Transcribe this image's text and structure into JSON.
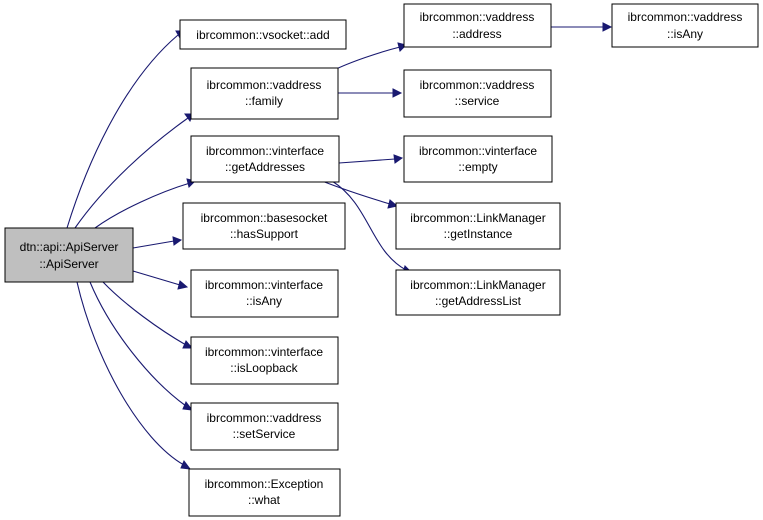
{
  "diagram": {
    "root": {
      "line1": "dtn::api::ApiServer",
      "line2": "::ApiServer"
    },
    "nodes": {
      "vsocket_add": {
        "line1": "ibrcommon::vsocket::add"
      },
      "vaddress_family": {
        "line1": "ibrcommon::vaddress",
        "line2": "::family"
      },
      "vinterface_getAddresses": {
        "line1": "ibrcommon::vinterface",
        "line2": "::getAddresses"
      },
      "basesocket_hasSupport": {
        "line1": "ibrcommon::basesocket",
        "line2": "::hasSupport"
      },
      "vinterface_isAny": {
        "line1": "ibrcommon::vinterface",
        "line2": "::isAny"
      },
      "vinterface_isLoopback": {
        "line1": "ibrcommon::vinterface",
        "line2": "::isLoopback"
      },
      "vaddress_setService": {
        "line1": "ibrcommon::vaddress",
        "line2": "::setService"
      },
      "exception_what": {
        "line1": "ibrcommon::Exception",
        "line2": "::what"
      },
      "vaddress_address": {
        "line1": "ibrcommon::vaddress",
        "line2": "::address"
      },
      "vaddress_service": {
        "line1": "ibrcommon::vaddress",
        "line2": "::service"
      },
      "vinterface_empty": {
        "line1": "ibrcommon::vinterface",
        "line2": "::empty"
      },
      "linkmanager_getInstance": {
        "line1": "ibrcommon::LinkManager",
        "line2": "::getInstance"
      },
      "linkmanager_getAddressList": {
        "line1": "ibrcommon::LinkManager",
        "line2": "::getAddressList"
      },
      "vaddress_isAny": {
        "line1": "ibrcommon::vaddress",
        "line2": "::isAny"
      }
    },
    "colors": {
      "root_fill": "#bfbfbf",
      "node_fill": "#ffffff",
      "edge": "#191970"
    }
  }
}
